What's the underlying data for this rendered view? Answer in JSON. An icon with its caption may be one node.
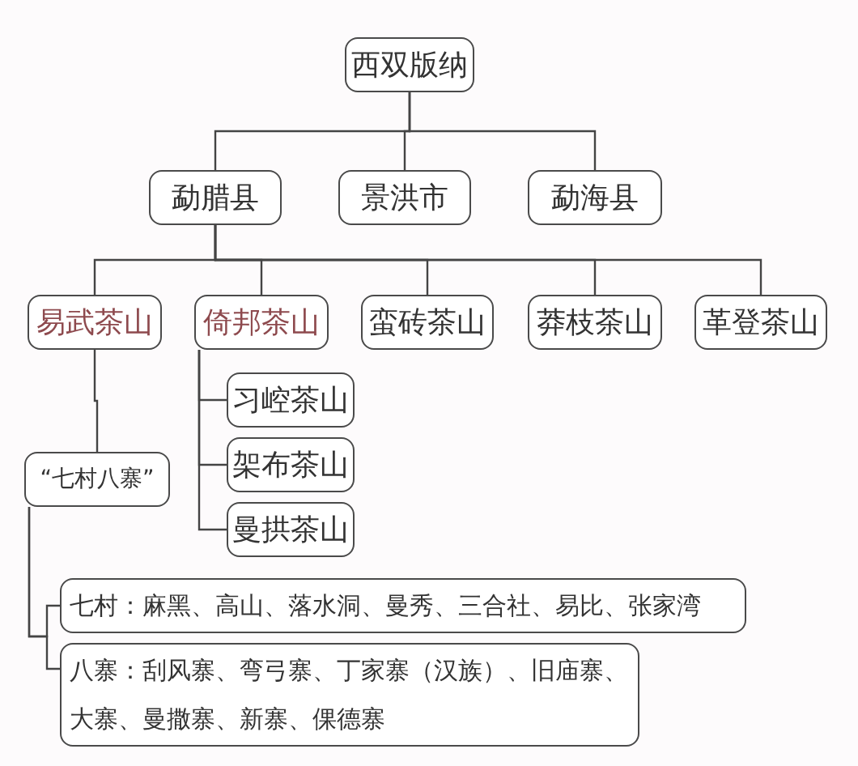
{
  "diagram": {
    "nodes": [
      {
        "text": [
          "西双版纳"
        ]
      },
      {
        "text": [
          "勐腊县"
        ]
      },
      {
        "text": [
          "景洪市"
        ]
      },
      {
        "text": [
          "勐海县"
        ]
      },
      {
        "text": [
          "易武茶山"
        ]
      },
      {
        "text": [
          "倚邦茶山"
        ]
      },
      {
        "text": [
          "蛮砖茶山"
        ]
      },
      {
        "text": [
          "莽枝茶山"
        ]
      },
      {
        "text": [
          "革登茶山"
        ]
      },
      {
        "text": [
          "习崆茶山"
        ]
      },
      {
        "text": [
          "架布茶山"
        ]
      },
      {
        "text": [
          "曼拱茶山"
        ]
      },
      {
        "text": [
          "“七村八寨”"
        ]
      },
      {
        "text": [
          "七村：麻黑、高山、落水洞、曼秀、三合社、易比、张家湾"
        ]
      },
      {
        "text": [
          "八寨：刮风寨、弯弓寨、丁家寨（汉族）、旧庙寨、大寨、曼撒寨、新寨、倮德寨"
        ]
      }
    ],
    "edges": [
      {
        "from": 0,
        "to": 1,
        "arrow": "none"
      },
      {
        "from": 0,
        "to": 2,
        "arrow": "none"
      },
      {
        "from": 0,
        "to": 3,
        "arrow": "none"
      },
      {
        "from": 1,
        "to": 4,
        "arrow": "none"
      },
      {
        "from": 1,
        "to": 5,
        "arrow": "none"
      },
      {
        "from": 1,
        "to": 6,
        "arrow": "none"
      },
      {
        "from": 1,
        "to": 7,
        "arrow": "none"
      },
      {
        "from": 1,
        "to": 8,
        "arrow": "none"
      },
      {
        "from": 5,
        "to": 9,
        "arrow": "none"
      },
      {
        "from": 5,
        "to": 10,
        "arrow": "none"
      },
      {
        "from": 5,
        "to": 11,
        "arrow": "none"
      },
      {
        "from": 4,
        "to": 12,
        "arrow": "none"
      },
      {
        "from": 12,
        "to": 13,
        "arrow": "none"
      },
      {
        "from": 12,
        "to": 14,
        "arrow": "none"
      }
    ]
  }
}
